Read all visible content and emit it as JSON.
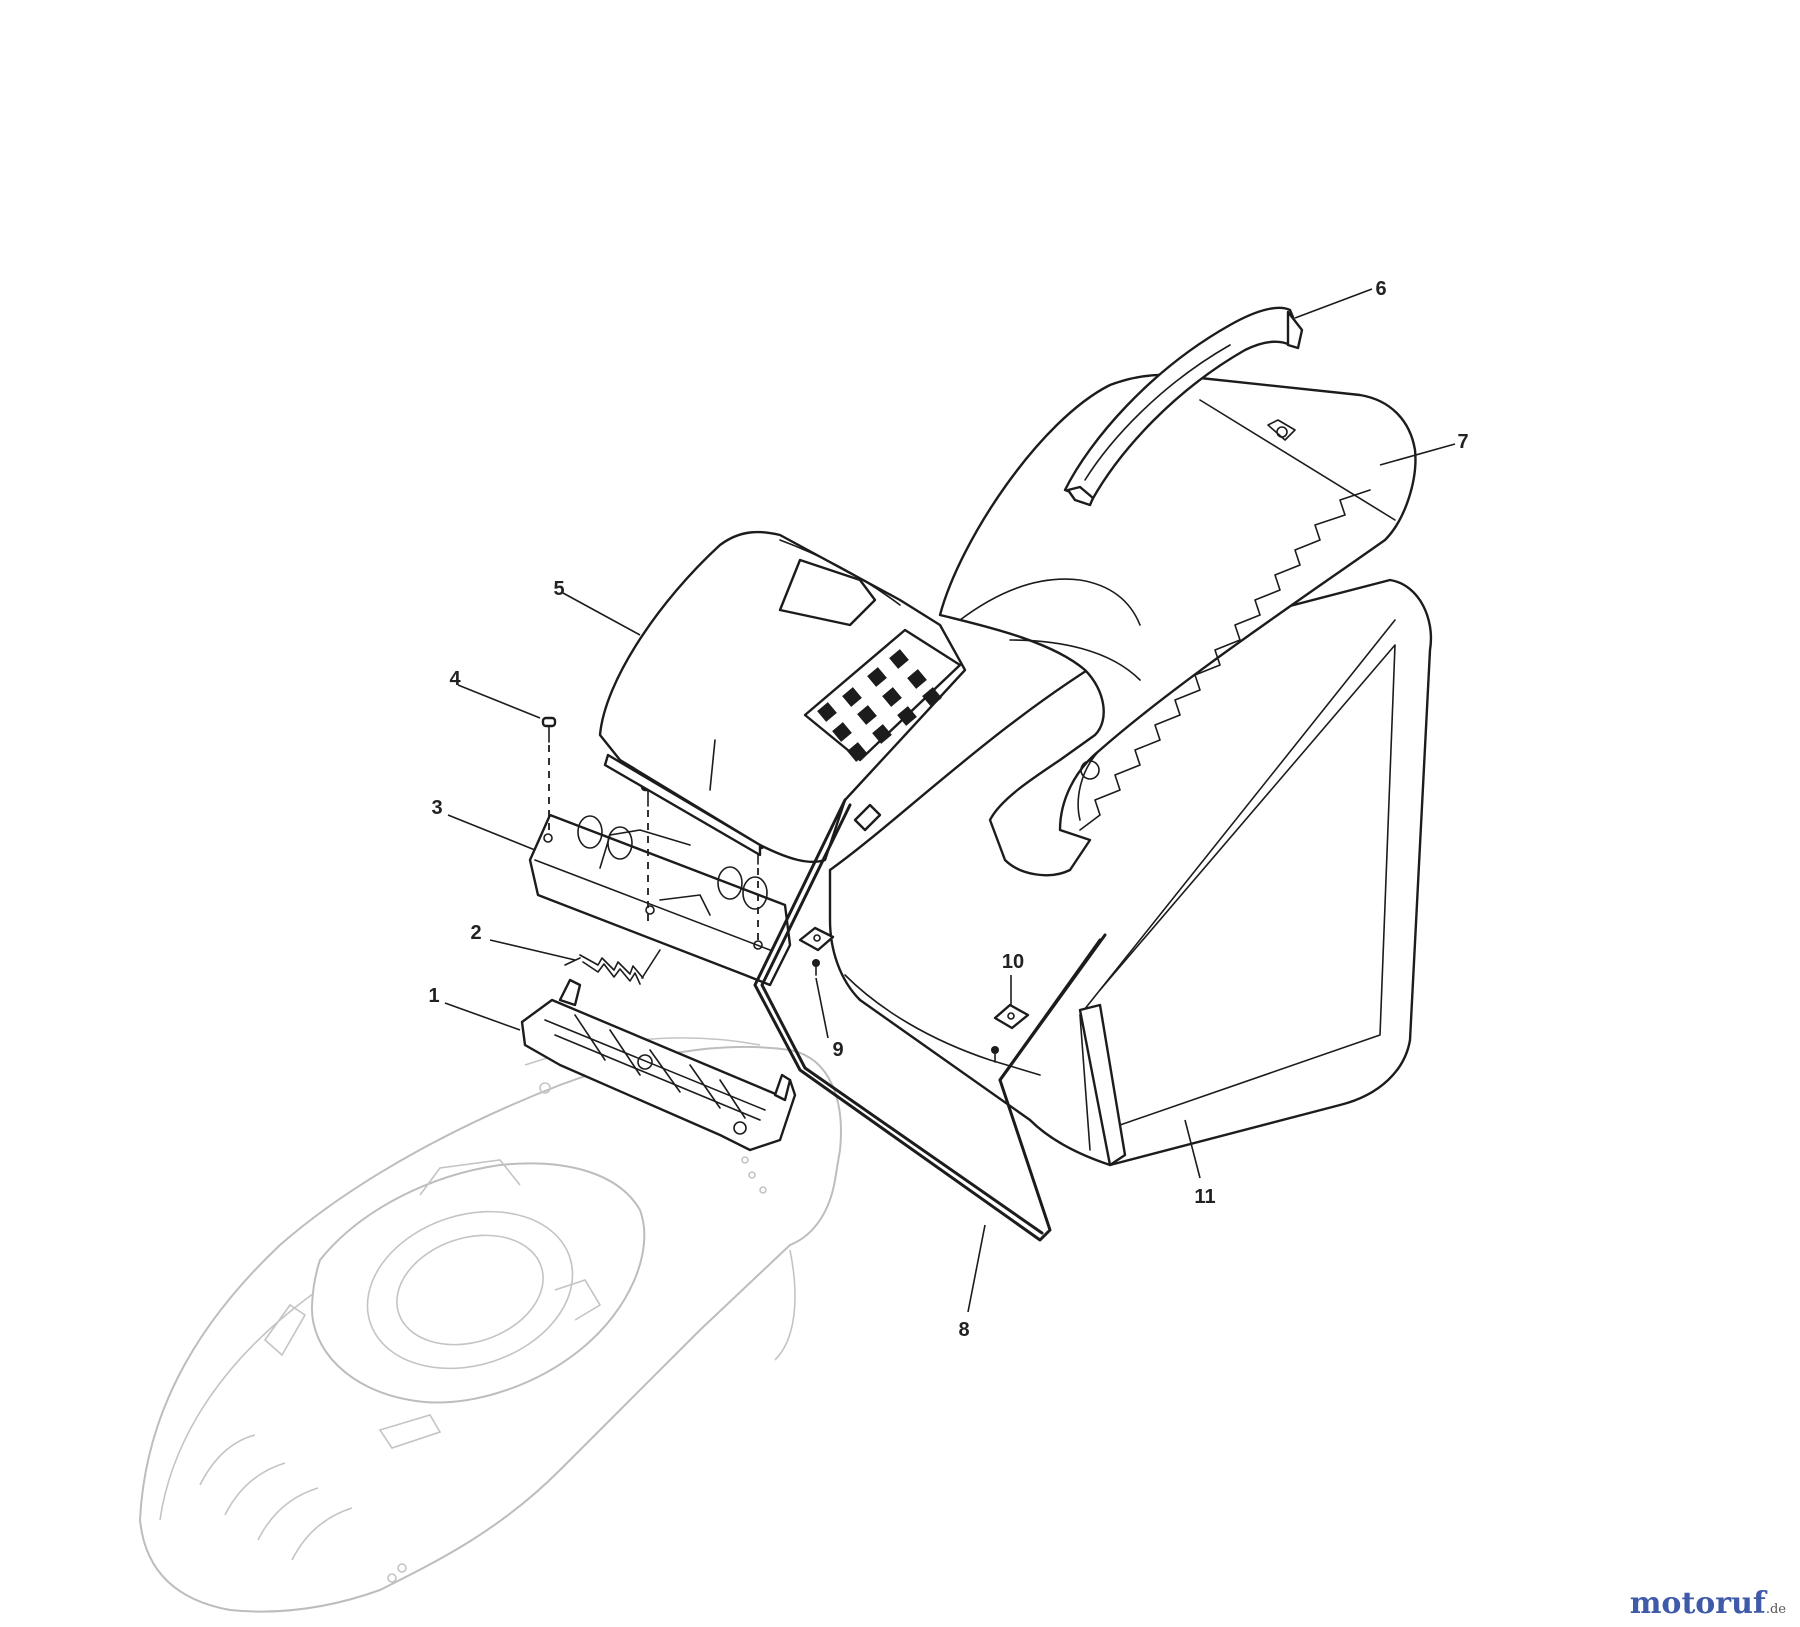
{
  "diagram": {
    "callouts": [
      "1",
      "2",
      "3",
      "4",
      "5",
      "6",
      "7",
      "8",
      "9",
      "10",
      "11"
    ]
  },
  "watermark": {
    "brand": "motoruf",
    "tld": ".de"
  }
}
